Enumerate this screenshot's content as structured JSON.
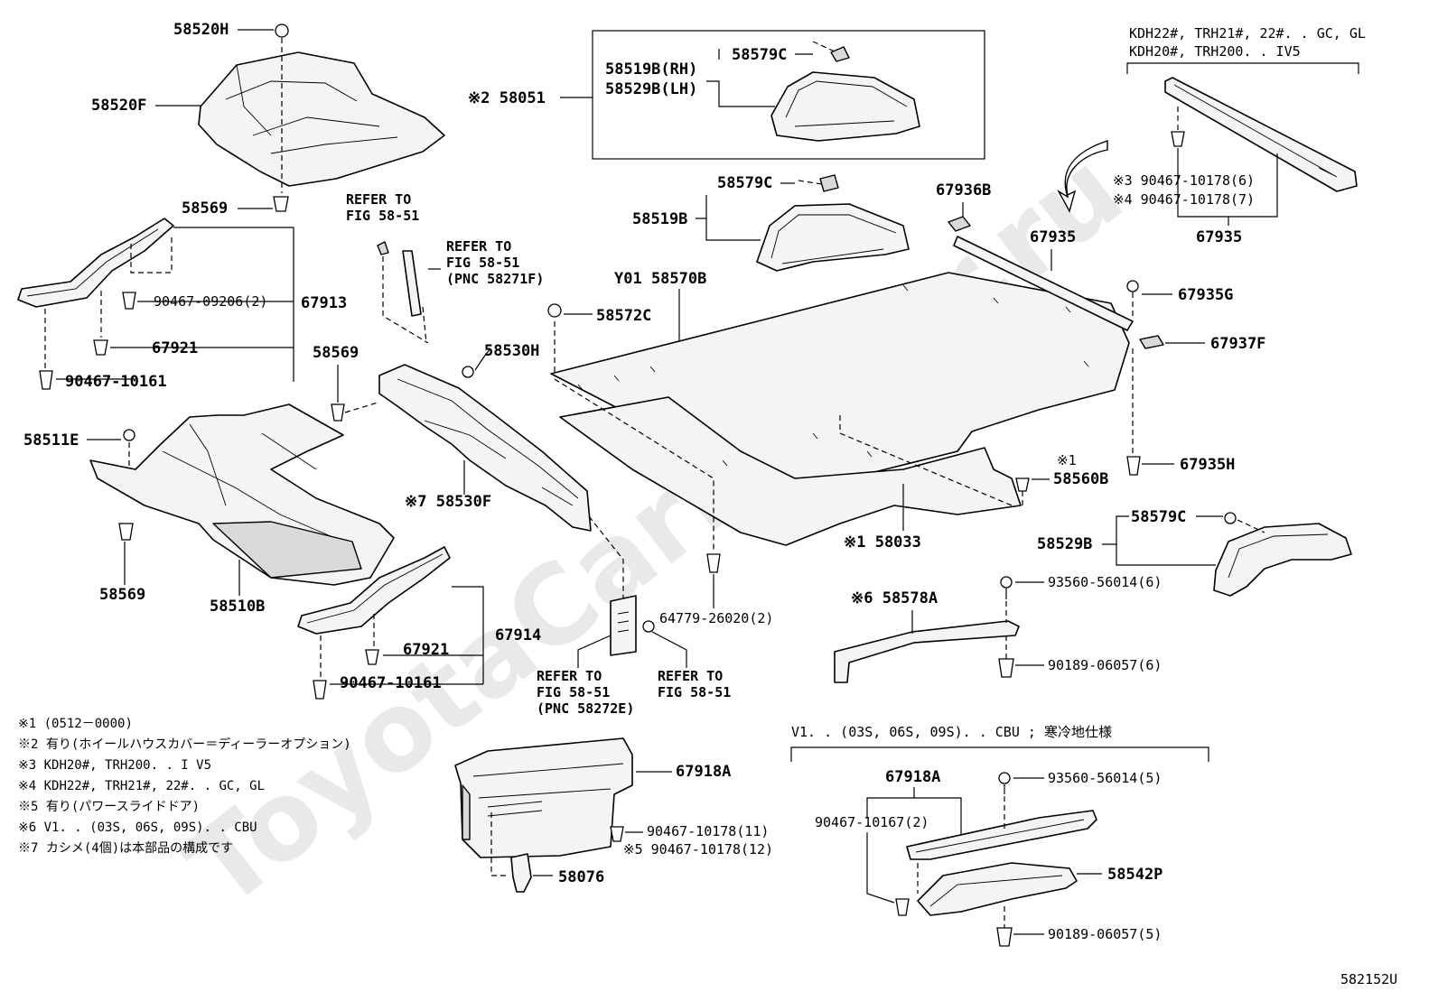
{
  "watermark": "ToyotaCarMirror.ru",
  "diagram_id": "582152U",
  "labels": {
    "p58520H": "58520H",
    "p58520F": "58520F",
    "p58569a": "58569",
    "p58569b": "58569",
    "p58569c": "58569",
    "p67913": "67913",
    "p90467_09206": "90467-09206(2)",
    "p67921a": "67921",
    "p90467_10161a": "90467-10161",
    "p58511E": "58511E",
    "p58510B": "58510B",
    "p67914": "67914",
    "p67921b": "67921",
    "p90467_10161b": "90467-10161",
    "p58530H": "58530H",
    "p58530F": "※7 58530F",
    "p58051": "※2 58051",
    "p58519B_RH": "58519B(RH)",
    "p58529B_LH": "58529B(LH)",
    "p58579C_a": "58579C",
    "p58579C_b": "58579C",
    "p58579C_c": "58579C",
    "p58519B": "58519B",
    "p58570B": "Y01 58570B",
    "p58572C": "58572C",
    "p67936B": "67936B",
    "p67935_mid": "67935",
    "p67935G": "67935G",
    "p67937F": "67937F",
    "p67935H": "67935H",
    "p58560B_mark": "※1",
    "p58560B": "58560B",
    "p58033": "※1 58033",
    "p64779": "64779-26020(2)",
    "p58529B": "58529B",
    "p93560_6": "93560-56014(6)",
    "p58578A": "※6 58578A",
    "p90189_6": "90189-06057(6)",
    "p90467_10178_6": "※3 90467-10178(6)",
    "p90467_10178_7": "※4 90467-10178(7)",
    "p67935_top": "67935",
    "models_top_1": "KDH22#, TRH21#, 22#. . GC, GL",
    "models_top_2": "KDH20#, TRH200. . IV5",
    "p67918A_a": "67918A",
    "p90467_10178_11": "90467-10178(11)",
    "p90467_10178_12": "※5 90467-10178(12)",
    "p58076": "58076",
    "cold_spec": "V1. . (03S, 06S, 09S). . CBU ; 寒冷地仕様",
    "p67918A_b": "67918A",
    "p93560_5": "93560-56014(5)",
    "p90467_10167": "90467-10167(2)",
    "p58542P": "58542P",
    "p90189_5": "90189-06057(5)"
  },
  "refs": {
    "ref1_l1": "REFER TO",
    "ref1_l2": "FIG 58-51",
    "ref2_l1": "REFER TO",
    "ref2_l2": "FIG 58-51",
    "ref2_l3": "(PNC 58271F)",
    "ref3_l1": "REFER TO",
    "ref3_l2": "FIG 58-51",
    "ref3_l3": "(PNC 58272E)",
    "ref4_l1": "REFER TO",
    "ref4_l2": "FIG 58-51"
  },
  "notes": [
    "※1 (0512－0000)",
    "※2 有り(ホイールハウスカバー＝ディーラーオプション)",
    "※3 KDH20#, TRH200. . I V5",
    "※4 KDH22#, TRH21#, 22#. . GC, GL",
    "※5 有り(パワースライドドア)",
    "※6 V1. . (03S, 06S, 09S). . CBU",
    "※7 カシメ(4個)は本部品の構成です"
  ]
}
